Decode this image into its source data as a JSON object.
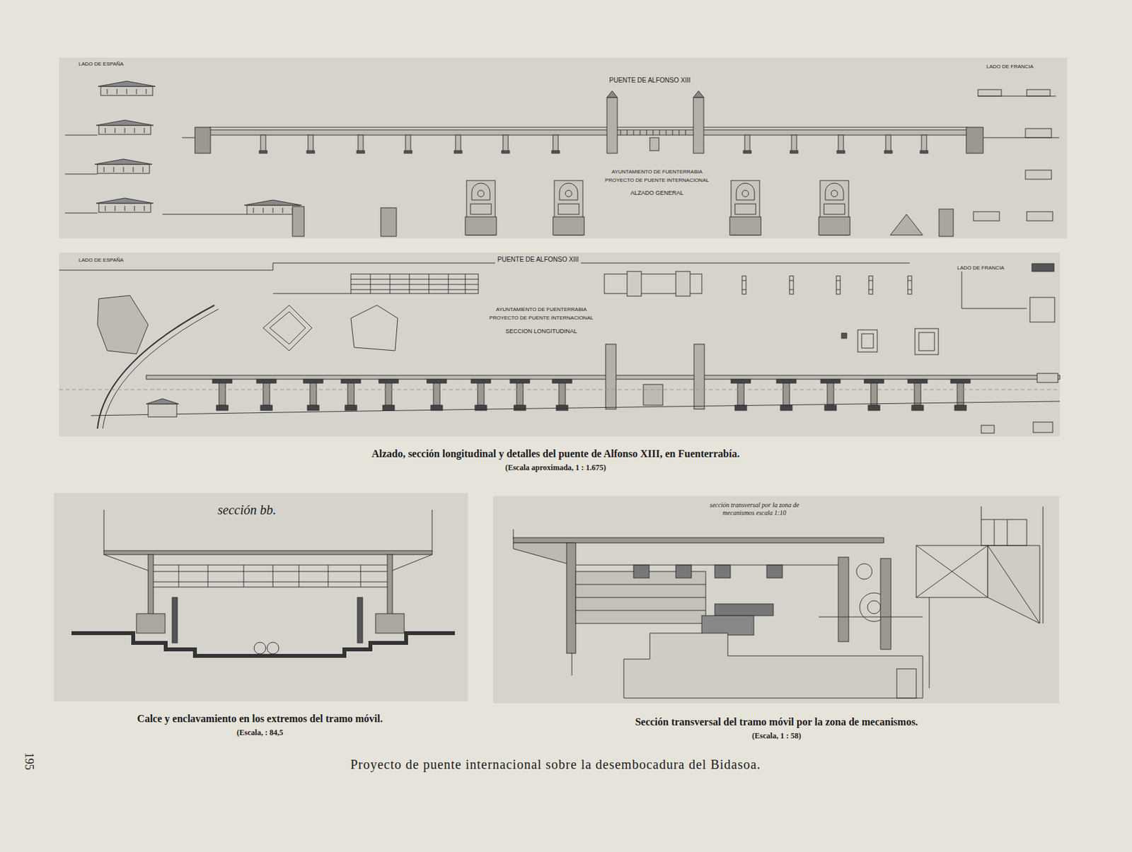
{
  "diagram": {
    "title": "Proyecto de puente internacional sobre la desembocadura del Bidasoa.",
    "labels": [
      "LADO DE ESPAÑA",
      "PUENTE DE ALFONSO XIII",
      "LADO DE FRANCIA",
      "AYUNTAMIENTO DE FUENTERRABIA",
      "PROYECTO DE PUENTE INTERNACIONAL",
      "ALZADO GENERAL",
      "LADO DE ESPAÑA",
      "PUENTE DE ALFONSO XIII",
      "LADO DE FRANCIA",
      "AYUNTAMIENTO DE FUENTERRABIA",
      "PROYECTO DE PUENTE INTERNACIONAL",
      "SECCION LONGITUDINAL",
      "Alzado, sección longitudinal y detalles del puente de Alfonso XIII, en Fuenterrabía.",
      "(Escala aproximada, 1 : 1.675)",
      "sección bb.",
      "sección transversal por la zona de mecanismos escala 1:10",
      "Calce y enclavamiento en los extremos del tramo móvil.",
      "(Escala,   : 84,5",
      "Sección transversal del tramo móvil por la zona de mecanismos.",
      "(Escala, 1 : 58)",
      "195"
    ]
  }
}
